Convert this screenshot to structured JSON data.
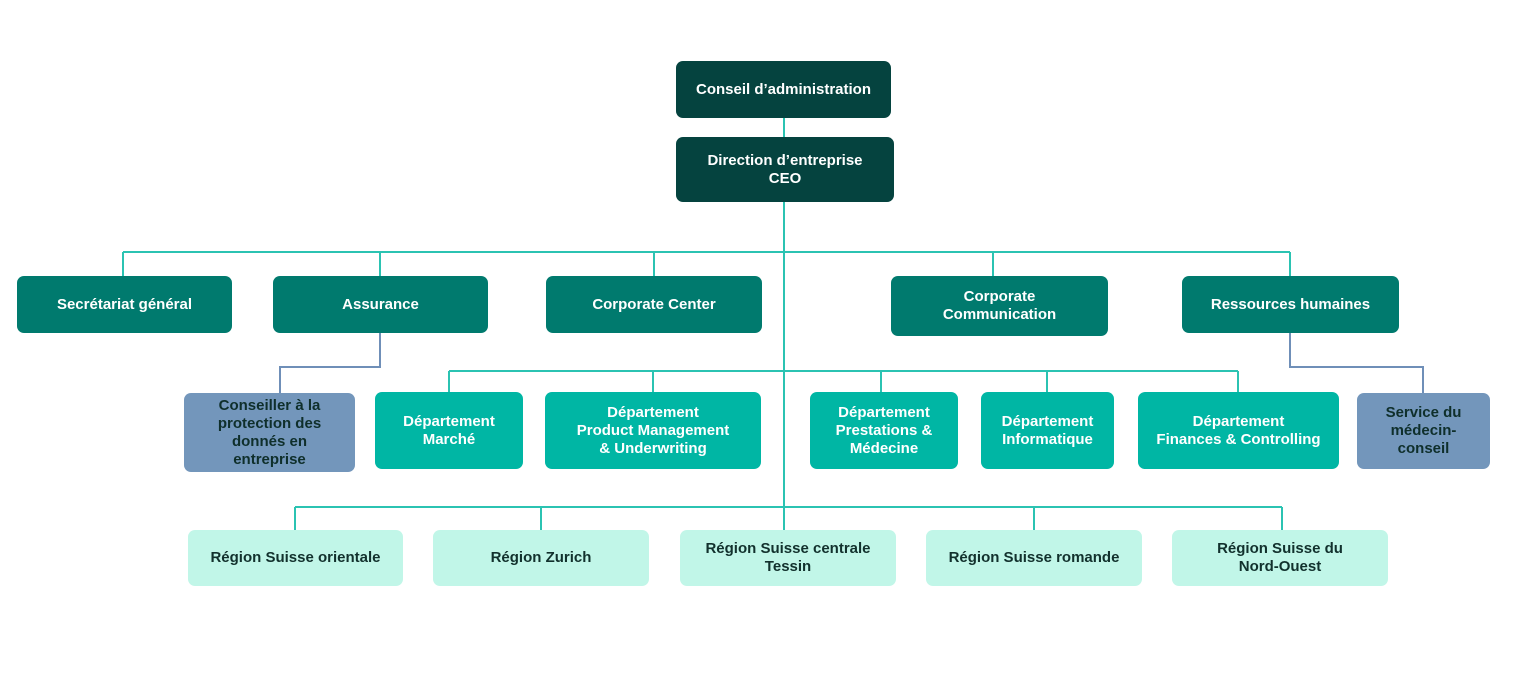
{
  "colors": {
    "board": "#05433f",
    "unit": "#007a6e",
    "department": "#00b6a4",
    "staff": "#7396bb",
    "region": "#c1f6e8",
    "connector_main": "#2bc3b2",
    "connector_staff": "#6f8fb8"
  },
  "org": {
    "board": "Conseil d’administration",
    "ceo": "Direction d’entreprise\nCEO",
    "units": {
      "secretariat": "Secrétariat général",
      "assurance": "Assurance",
      "corporate_center": "Corporate Center",
      "corporate_communication": "Corporate\nCommunication",
      "hr": "Ressources humaines"
    },
    "staff": {
      "data_protection": "Conseiller à la\nprotection des\ndonnés en\nentreprise",
      "medical_advisor": "Service du\nmédecin-\nconseil"
    },
    "departments": {
      "market": "Département\nMarché",
      "product": "Département\nProduct Management\n& Underwriting",
      "benefits": "Département\nPrestations &\nMédecine",
      "it": "Département\nInformatique",
      "finance": "Département\nFinances & Controlling"
    },
    "regions": {
      "east": "Région Suisse orientale",
      "zurich": "Région Zurich",
      "central": "Région Suisse centrale\nTessin",
      "romande": "Région Suisse romande",
      "northwest": "Région Suisse du\nNord-Ouest"
    }
  }
}
